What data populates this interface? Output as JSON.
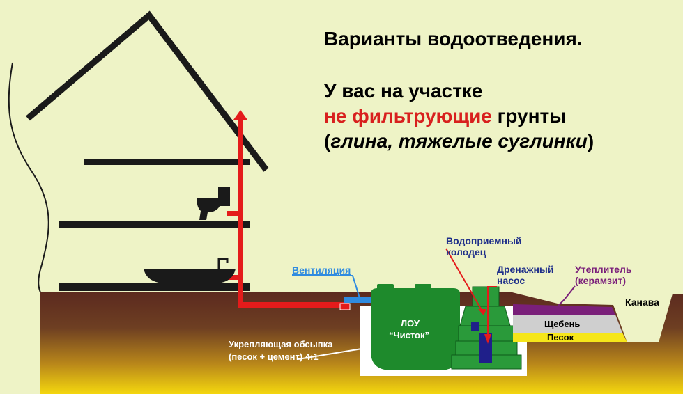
{
  "header": {
    "title": "Варианты водоотведения.",
    "line1": "У вас на участке",
    "line2_red": "не фильтрующие",
    "line2_rest": " грунты",
    "line3_open": "(",
    "line3_italic": "глина, тяжелые суглинки",
    "line3_close": ")"
  },
  "labels": {
    "ventilation": "Вентиляция",
    "well_line1": "Водоприемный",
    "well_line2": "колодец",
    "pump_line1": "Дренажный",
    "pump_line2": "насос",
    "insulation_line1": "Утеплитель",
    "insulation_line2": "(керамзит)",
    "ditch": "Канава",
    "gravel": "Щебень",
    "sand": "Песок",
    "lou_line1": "ЛОУ",
    "lou_line2": "“Чисток”",
    "backfill_line1": "Укрепляющая обсыпка",
    "backfill_line2": "(песок + цемент) 4:1"
  },
  "colors": {
    "background": "#eef3c6",
    "soil_top": "#5a2a1e",
    "soil_bottom": "#f2d20e",
    "pipe": "#e41b1b",
    "tank": "#1e8a2c",
    "well": "#2a9a3a",
    "structure": "#1a1a1a",
    "insulation": "#7a1f7a",
    "gravel": "#c8c8c8",
    "sand": "#f6e61a",
    "vent": "#2f8be0",
    "pump": "#1f1f8a",
    "label_navy": "#1f2f8a",
    "label_purple": "#7a1f7a"
  },
  "icons": [
    "toilet-icon",
    "bathtub-icon",
    "faucet-icon",
    "vent-arrow-icon",
    "pump-icon"
  ]
}
